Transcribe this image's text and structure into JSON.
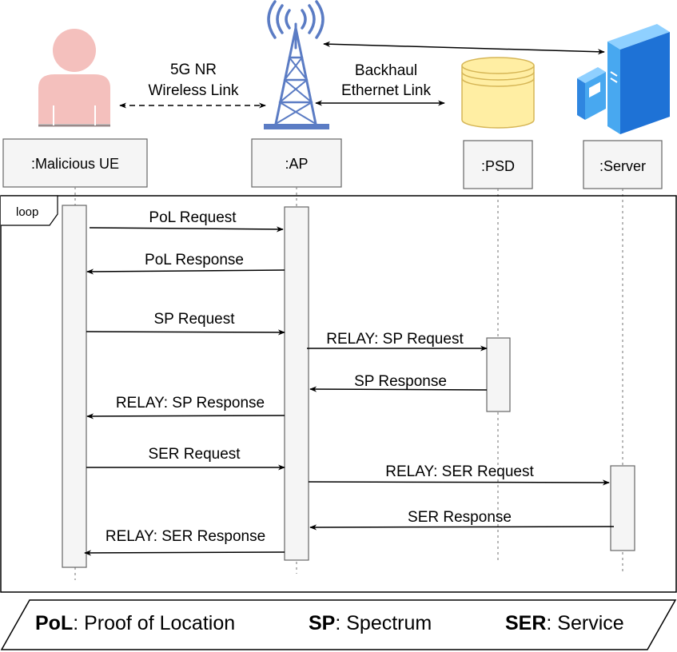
{
  "participants": {
    "ue": ":Malicious UE",
    "ap": ":AP",
    "psd": ":PSD",
    "server": ":Server"
  },
  "links": {
    "wireless_line1": "5G NR",
    "wireless_line2": "Wireless Link",
    "backhaul_line1": "Backhaul",
    "backhaul_line2": "Ethernet Link"
  },
  "loop_label": "loop",
  "messages": {
    "pol_request": "PoL Request",
    "pol_response": "PoL Response",
    "sp_request": "SP Request",
    "relay_sp_request": "RELAY: SP Request",
    "sp_response": "SP Response",
    "relay_sp_response": "RELAY: SP Response",
    "ser_request": "SER Request",
    "relay_ser_request": "RELAY: SER Request",
    "ser_response": "SER Response",
    "relay_ser_response": "RELAY: SER Response"
  },
  "legend": {
    "pol_abbr": "PoL",
    "pol_text": ": Proof of Location",
    "sp_abbr": "SP",
    "sp_text": ": Spectrum",
    "ser_abbr": "SER",
    "ser_text": ": Service"
  },
  "colors": {
    "tower": "#5b7cc4",
    "person": "#f4c0bd",
    "database_fill": "#ffeea3",
    "database_stroke": "#d6b656",
    "server_light": "#48a8f0",
    "server_dark": "#1e72d6",
    "box_fill": "#f5f5f5",
    "box_stroke": "#666666"
  },
  "icons": {
    "person": "person-icon",
    "tower": "cell-tower-icon",
    "database": "database-icon",
    "server": "server-icon"
  }
}
